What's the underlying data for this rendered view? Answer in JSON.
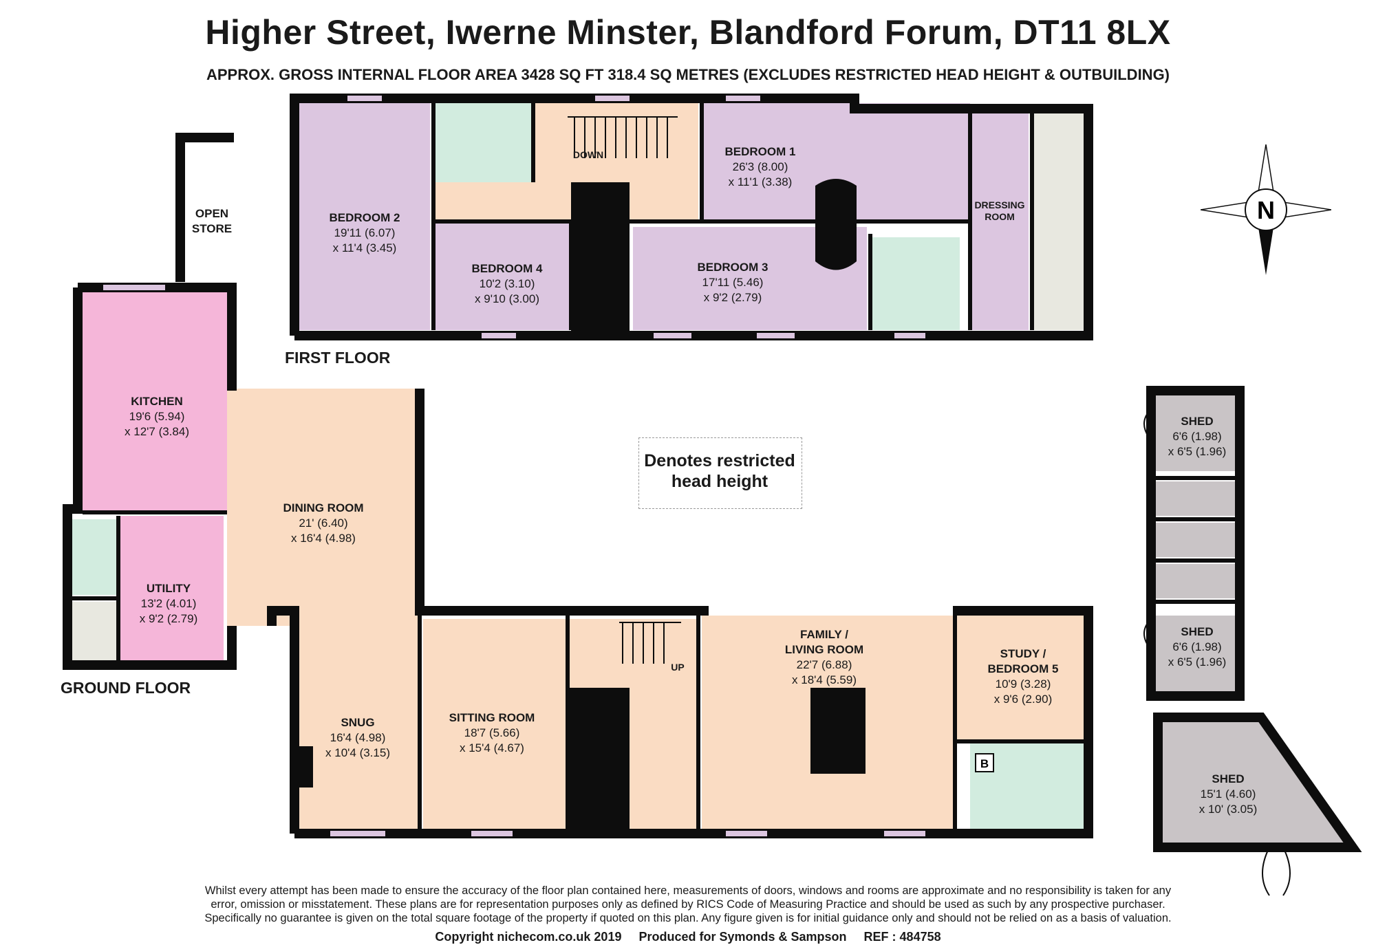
{
  "title": "Higher Street, Iwerne Minster, Blandford Forum, DT11 8LX",
  "subtitle": "APPROX. GROSS INTERNAL FLOOR AREA 3428 SQ FT 318.4 SQ METRES (EXCLUDES RESTRICTED HEAD HEIGHT & OUTBUILDING)",
  "floors": {
    "first": "FIRST FLOOR",
    "ground": "GROUND FLOOR"
  },
  "open_store": [
    "OPEN",
    "STORE"
  ],
  "stair_labels": {
    "down": "DOWN",
    "up": "UP"
  },
  "boiler_label": "B",
  "restricted_note": [
    "Denotes restricted",
    "head height"
  ],
  "compass_label": "N",
  "rooms": {
    "bedroom1": {
      "name": "BEDROOM 1",
      "dim1": "26'3 (8.00)",
      "dim2": "x 11'1 (3.38)"
    },
    "bedroom2": {
      "name": "BEDROOM 2",
      "dim1": "19'11 (6.07)",
      "dim2": "x 11'4 (3.45)"
    },
    "bedroom3": {
      "name": "BEDROOM 3",
      "dim1": "17'11 (5.46)",
      "dim2": "x 9'2 (2.79)"
    },
    "bedroom4": {
      "name": "BEDROOM 4",
      "dim1": "10'2 (3.10)",
      "dim2": "x 9'10 (3.00)"
    },
    "dressing": {
      "name1": "DRESSING",
      "name2": "ROOM"
    },
    "kitchen": {
      "name": "KITCHEN",
      "dim1": "19'6 (5.94)",
      "dim2": "x 12'7 (3.84)"
    },
    "utility": {
      "name": "UTILITY",
      "dim1": "13'2 (4.01)",
      "dim2": "x 9'2 (2.79)"
    },
    "dining": {
      "name": "DINING ROOM",
      "dim1": "21' (6.40)",
      "dim2": "x 16'4 (4.98)"
    },
    "snug": {
      "name": "SNUG",
      "dim1": "16'4 (4.98)",
      "dim2": "x 10'4 (3.15)"
    },
    "sitting": {
      "name": "SITTING ROOM",
      "dim1": "18'7 (5.66)",
      "dim2": "x 15'4 (4.67)"
    },
    "family": {
      "name1": "FAMILY /",
      "name2": "LIVING ROOM",
      "dim1": "22'7 (6.88)",
      "dim2": "x 18'4 (5.59)"
    },
    "study": {
      "name1": "STUDY /",
      "name2": "BEDROOM 5",
      "dim1": "10'9 (3.28)",
      "dim2": "x 9'6 (2.90)"
    },
    "shed1": {
      "name": "SHED",
      "dim1": "6'6 (1.98)",
      "dim2": "x 6'5 (1.96)"
    },
    "shed2": {
      "name": "SHED",
      "dim1": "6'6 (1.98)",
      "dim2": "x 6'5 (1.96)"
    },
    "shed3": {
      "name": "SHED",
      "dim1": "15'1 (4.60)",
      "dim2": "x 10' (3.05)"
    }
  },
  "colors": {
    "wall": "#0d0d0d",
    "bedroom": "#dcc6e0",
    "kitchen": "#f5b6d9",
    "living": "#fadcc3",
    "bathroom": "#d2ecdf",
    "shed": "#c9c4c6",
    "storage": "#e8e8e0"
  },
  "disclaimer": [
    "Whilst every attempt has been made to ensure the accuracy of the floor plan contained here, measurements of doors, windows and rooms are approximate and no responsibility is taken for any",
    "error, omission or misstatement. These plans are for representation purposes only as defined by RICS Code of Measuring Practice and should be used as such by any prospective purchaser.",
    "Specifically no guarantee is given on the total square footage of the property if quoted on this plan. Any figure given is for initial guidance only and should not be relied on as a basis of valuation."
  ],
  "footer": {
    "copyright": "Copyright nichecom.co.uk 2019",
    "produced": "Produced for Symonds & Sampson",
    "ref": "REF : 484758"
  }
}
